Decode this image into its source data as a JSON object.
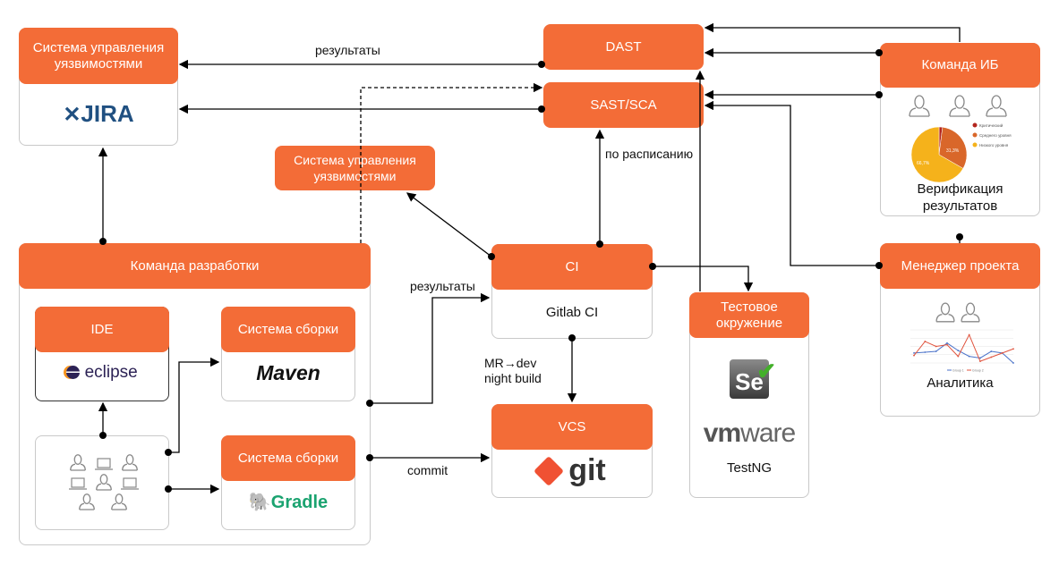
{
  "colors": {
    "accent": "#f36c37",
    "line": "#000000"
  },
  "jira_box": {
    "title": "Система управления уязвимостями",
    "logo": "JIRA"
  },
  "dast": {
    "title": "DAST"
  },
  "sast": {
    "title": "SAST/SCA"
  },
  "vuln_small": {
    "title": "Система управления уязвимостями"
  },
  "dev_team": {
    "title": "Команда разработки"
  },
  "ide": {
    "title": "IDE",
    "logo": "eclipse"
  },
  "build1": {
    "title": "Система сборки",
    "logo": "Maven"
  },
  "build2": {
    "title": "Система сборки",
    "logo": "Gradle"
  },
  "ci": {
    "title": "CI",
    "body": "Gitlab CI"
  },
  "vcs": {
    "title": "VCS",
    "logo": "git"
  },
  "test_env": {
    "title": "Тестовое окружение",
    "logo1": "Se",
    "logo2": "vmware",
    "body": "TestNG"
  },
  "sec_team": {
    "title": "Команда ИБ",
    "body": "Верификация результатов",
    "pie": {
      "slices": [
        {
          "label": "Критический",
          "value": 2.0,
          "color": "#b3261e"
        },
        {
          "label": "Среднего уровня",
          "value": 31.3,
          "color": "#d9672a"
        },
        {
          "label": "Низкого уровня",
          "value": 66.7,
          "color": "#f5b21b"
        }
      ],
      "labels": [
        "31,3%",
        "66,7%"
      ]
    }
  },
  "manager": {
    "title": "Менеджер проекта",
    "body": "Аналитика",
    "chart": {
      "series": [
        {
          "name": "Group 1",
          "color": "#4a72c9",
          "values": [
            6,
            6.5,
            7,
            12,
            7.5,
            4,
            3,
            7,
            6,
            0
          ]
        },
        {
          "name": "Group 2",
          "color": "#e0533d",
          "values": [
            4.5,
            13,
            10,
            11,
            4,
            17,
            1,
            3.5,
            6,
            8.5
          ]
        }
      ]
    }
  },
  "edges": {
    "results_top": "результаты",
    "results_ci": "результаты",
    "schedule": "по расписанию",
    "mr": "MR→dev night build",
    "commit": "commit"
  },
  "icons": {
    "person": "person-icon",
    "laptop": "laptop-icon"
  }
}
